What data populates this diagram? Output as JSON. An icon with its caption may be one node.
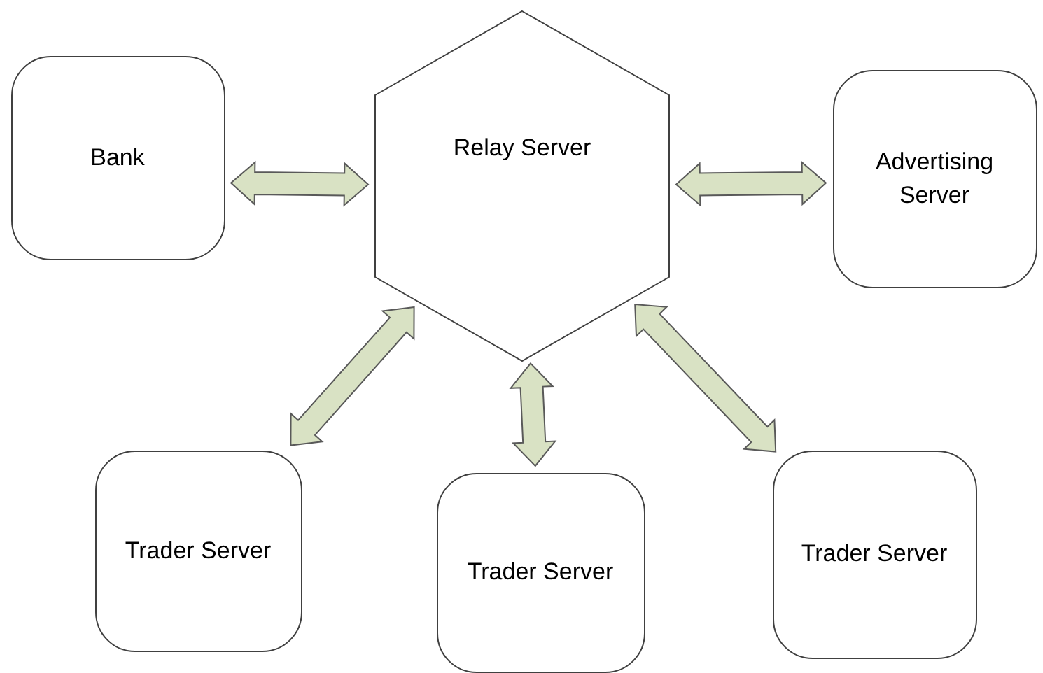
{
  "diagram": {
    "nodes": [
      {
        "text": [
          "Bank"
        ]
      },
      {
        "text": [
          "Relay Server"
        ]
      },
      {
        "text": [
          "Advertising Server"
        ]
      },
      {
        "text": [
          "Trader Server"
        ]
      },
      {
        "text": [
          "Trader Server"
        ]
      },
      {
        "text": [
          "Trader Server"
        ]
      }
    ],
    "edges": [
      {
        "from": 0,
        "to": 1,
        "arrow": "both"
      },
      {
        "from": 1,
        "to": 2,
        "arrow": "both"
      },
      {
        "from": 1,
        "to": 3,
        "arrow": "both"
      },
      {
        "from": 1,
        "to": 4,
        "arrow": "both"
      },
      {
        "from": 1,
        "to": 5,
        "arrow": "both"
      }
    ]
  }
}
